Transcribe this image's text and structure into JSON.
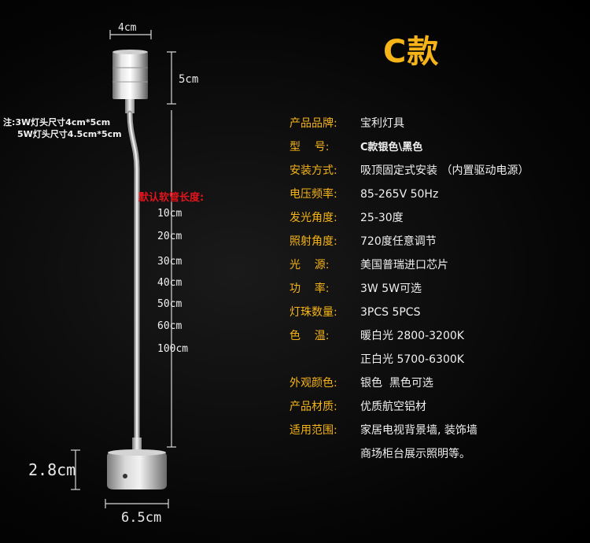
{
  "title": "C款",
  "dimensions": {
    "head_width": "4cm",
    "head_height": "5cm",
    "base_height": "2.8cm",
    "base_width": "6.5cm"
  },
  "head_notes": [
    "注:3W灯头尺寸4cm*5cm",
    "5W灯头尺寸4.5cm*5cm"
  ],
  "arm_lengths": {
    "header": "默认软管长度:",
    "items": [
      "10cm",
      "20cm",
      "30cm",
      "40cm",
      "50cm",
      "60cm",
      "100cm"
    ]
  },
  "specs": [
    {
      "label": "产品品牌:",
      "value": "宝利灯具"
    },
    {
      "label": "型    号:",
      "value": "C款银色\\黑色"
    },
    {
      "label": "安装方式:",
      "value": "吸顶固定式安装 （内置驱动电源）"
    },
    {
      "label": "电压频率:",
      "value": "85-265V 50Hz"
    },
    {
      "label": "发光角度:",
      "value": "25-30度"
    },
    {
      "label": "照射角度:",
      "value": "720度任意调节"
    },
    {
      "label": "光    源:",
      "value": "美国普瑞进口芯片"
    },
    {
      "label": "功    率:",
      "value": "3W 5W可选"
    },
    {
      "label": "灯珠数量:",
      "value": "3PCS 5PCS"
    },
    {
      "label": "色    温:",
      "value": "暖白光 2800-3200K"
    },
    {
      "label": "",
      "value": "正白光 5700-6300K"
    },
    {
      "label": "外观颜色:",
      "value": "银色  黑色可选"
    },
    {
      "label": "产品材质:",
      "value": "优质航空铝材"
    },
    {
      "label": "适用范围:",
      "value": "家居电视背景墙, 装饰墙"
    },
    {
      "label": "",
      "value": "商场柜台展示照明等。"
    }
  ],
  "colors": {
    "accent": "#f6b418",
    "highlight_red": "#e0141c",
    "text": "#f0f0f0",
    "background": "#000000"
  }
}
